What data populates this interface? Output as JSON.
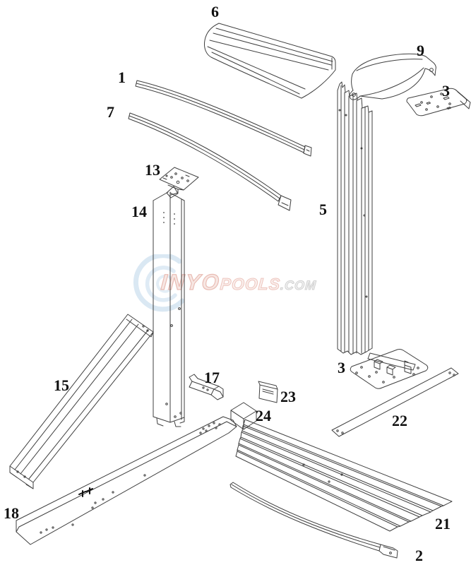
{
  "watermark": {
    "brand_inyo": "INYO",
    "brand_pools": "POOLS",
    "brand_com": ".COM",
    "pink_accent": "#e9bcb4",
    "gray_accent": "#cfcfcf",
    "blue_accent": "#d3e4f1"
  },
  "diagram": {
    "description": "Exploded parts diagram of above-ground pool frame section",
    "line_color": "#3f3f3f",
    "labels": [
      {
        "text": "6"
      },
      {
        "text": "1"
      },
      {
        "text": "7"
      },
      {
        "text": "9"
      },
      {
        "text": "3"
      },
      {
        "text": "13"
      },
      {
        "text": "14"
      },
      {
        "text": "5"
      },
      {
        "text": "15"
      },
      {
        "text": "17"
      },
      {
        "text": "23"
      },
      {
        "text": "24"
      },
      {
        "text": "3"
      },
      {
        "text": "22"
      },
      {
        "text": "18"
      },
      {
        "text": "21"
      },
      {
        "text": "2"
      }
    ]
  }
}
